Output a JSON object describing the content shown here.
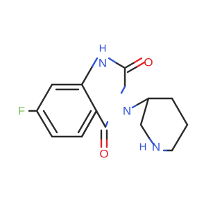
{
  "molecule": {
    "atoms": {
      "fluorine": {
        "text": "F",
        "color": "#7fc15a"
      },
      "n1": {
        "text": "N",
        "color": "#3154d6"
      },
      "n1_h": {
        "text": "H",
        "color": "#3154d6"
      },
      "n3": {
        "text": "N",
        "color": "#3154d6"
      },
      "o2": {
        "text": "O",
        "color": "#e0242b"
      },
      "o4": {
        "text": "O",
        "color": "#e0242b"
      },
      "piperidine_n": {
        "text": "N",
        "color": "#3154d6"
      },
      "piperidine_h": {
        "text": "H",
        "color": "#3154d6"
      }
    },
    "bond_color": "#2a2a2a"
  }
}
